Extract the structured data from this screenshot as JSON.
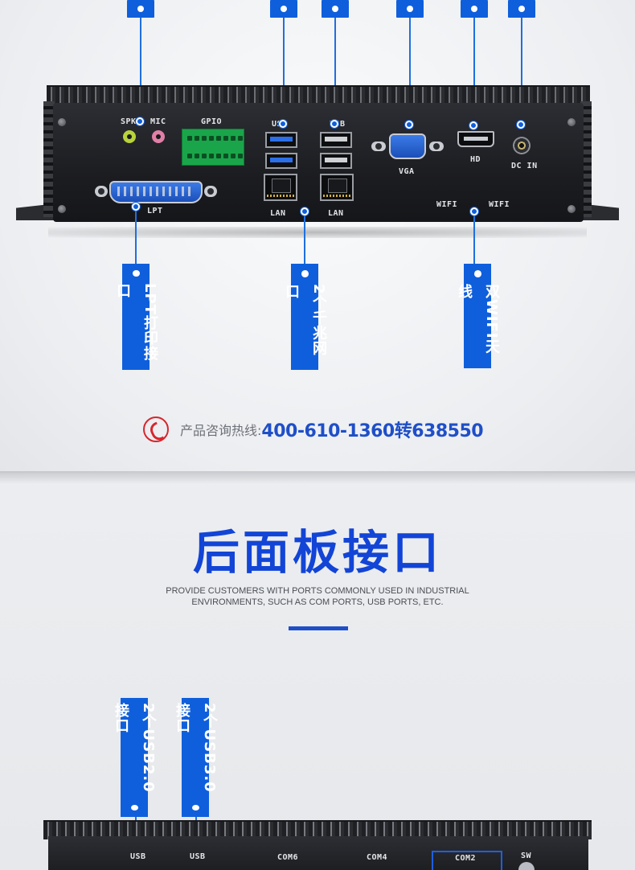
{
  "front_panel": {
    "labels": {
      "spk": "SPK",
      "mic": "MIC",
      "gpio": "GPIO",
      "usb_left": "USB",
      "usb_right": "USB",
      "vga": "VGA",
      "hd": "HD",
      "dcin": "DC IN",
      "lpt": "LPT",
      "lan_left": "LAN",
      "lan_right": "LAN",
      "wifi_left": "WIFI",
      "wifi_right": "WIFI"
    },
    "callouts": {
      "lpt": "LPT打印接口",
      "lan": "2个千兆网口",
      "wifi": "双WIFI天线"
    },
    "colors": {
      "accent": "#0f5fdc",
      "heading": "#1244d6"
    }
  },
  "hotline": {
    "label": "产品咨询热线:",
    "number": "400-610-1360转638550",
    "icon": "phone-icon"
  },
  "rear_section": {
    "title": "后面板接口",
    "subtitle_line1": "PROVIDE CUSTOMERS WITH PORTS COMMONLY USED IN INDUSTRIAL",
    "subtitle_line2": "ENVIRONMENTS, SUCH AS COM PORTS, USB PORTS, ETC.",
    "callouts": {
      "usb2": "2个USB2.0接口",
      "usb3": "2个USB3.0接口"
    },
    "labels": {
      "usb_a": "USB",
      "usb_b": "USB",
      "com6": "COM6",
      "com4": "COM4",
      "com2": "COM2",
      "sw": "SW"
    }
  }
}
